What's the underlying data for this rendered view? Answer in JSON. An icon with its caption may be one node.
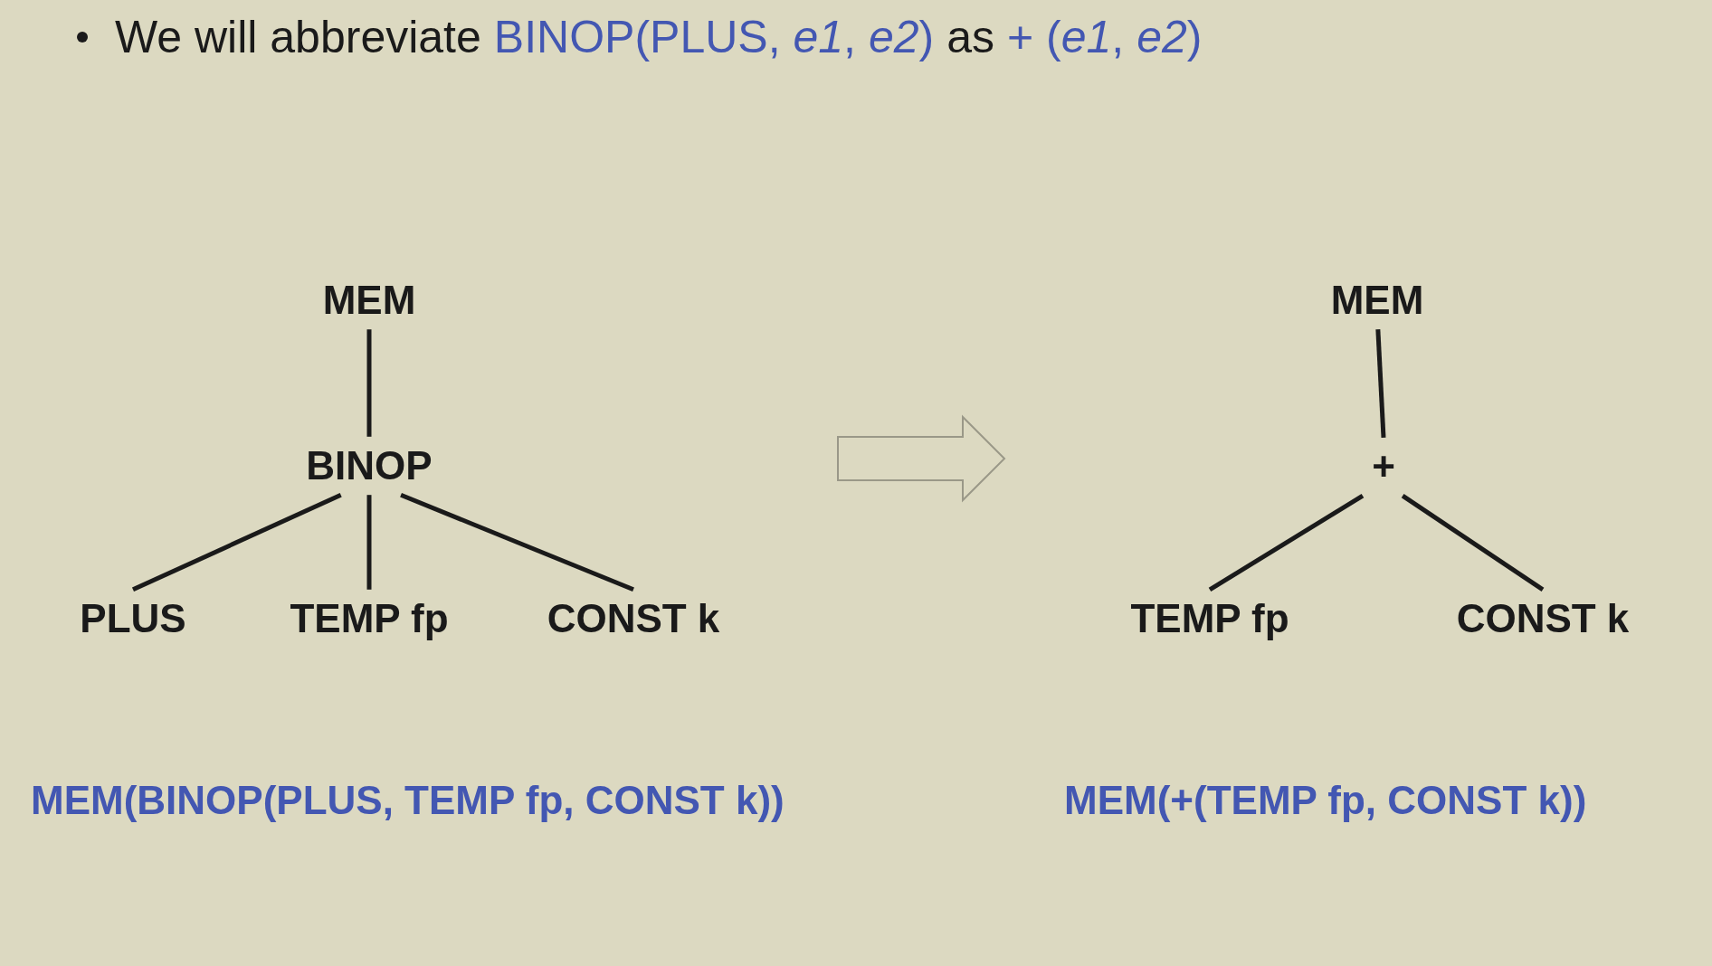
{
  "diagram": {
    "nodes": [
      {
        "text": [
          "MEM"
        ]
      },
      {
        "text": [
          "BINOP"
        ]
      },
      {
        "text": [
          "PLUS"
        ]
      },
      {
        "text": [
          "TEMP fp"
        ]
      },
      {
        "text": [
          "CONST k"
        ]
      },
      {
        "text": [
          "MEM"
        ]
      },
      {
        "text": [
          "+"
        ]
      },
      {
        "text": [
          "TEMP fp"
        ]
      },
      {
        "text": [
          "CONST k"
        ]
      }
    ],
    "edges": [
      {
        "from": 0,
        "to": 1,
        "arrow": "none"
      },
      {
        "from": 1,
        "to": 2,
        "arrow": "none"
      },
      {
        "from": 1,
        "to": 3,
        "arrow": "none"
      },
      {
        "from": 1,
        "to": 4,
        "arrow": "none"
      },
      {
        "from": 5,
        "to": 6,
        "arrow": "none"
      },
      {
        "from": 6,
        "to": 7,
        "arrow": "none"
      },
      {
        "from": 6,
        "to": 8,
        "arrow": "none"
      }
    ],
    "labels": [
      "We will abbreviate",
      "BINOP(PLUS, *e1*, *e2*)",
      "as",
      "+ (*e1*, *e2*)",
      "MEM(BINOP(PLUS, TEMP fp, CONST k))",
      "MEM(+(TEMP fp, CONST k))"
    ]
  }
}
